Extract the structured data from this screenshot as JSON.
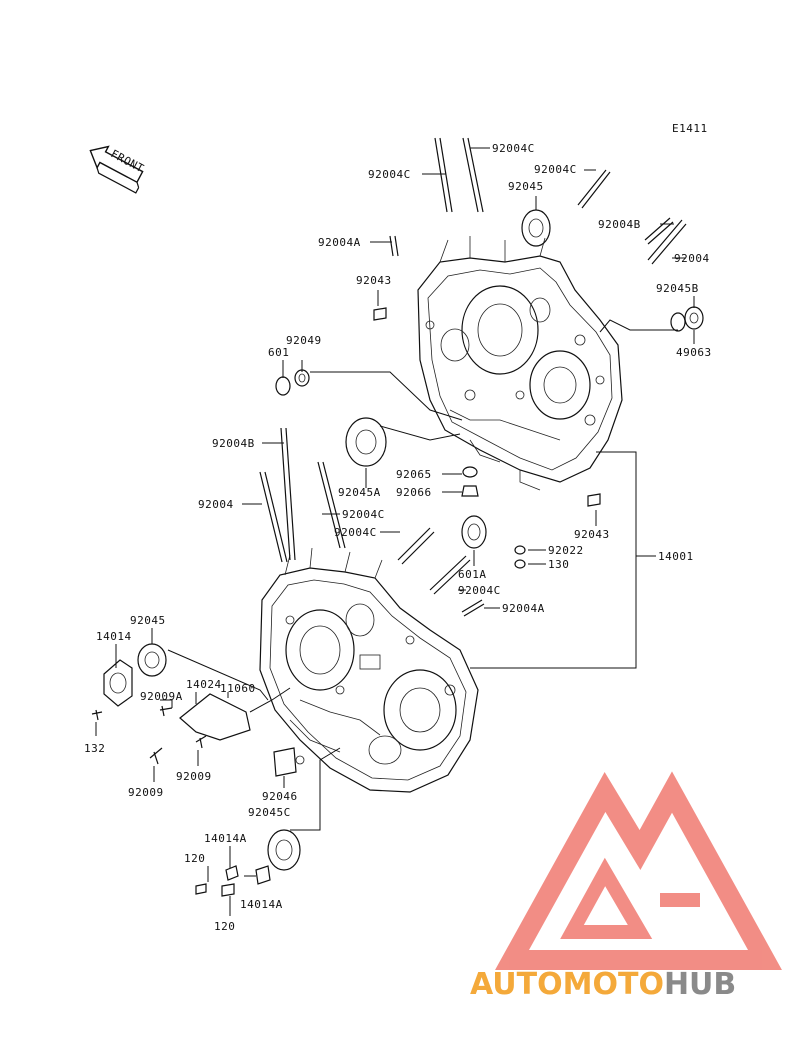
{
  "diagram_code": "E1411",
  "front_label": "FRONT",
  "watermark": {
    "part1": "AUTOMOTO",
    "part2": "HUB",
    "color1": "#f4a93a",
    "color2": "#8a8a8a",
    "triangle_color": "#f07a70"
  },
  "parts": [
    {
      "id": "p1",
      "text": "92004C"
    },
    {
      "id": "p2",
      "text": "92004C"
    },
    {
      "id": "p3",
      "text": "92004C"
    },
    {
      "id": "p4",
      "text": "92045"
    },
    {
      "id": "p5",
      "text": "92004B"
    },
    {
      "id": "p6",
      "text": "92004A"
    },
    {
      "id": "p7",
      "text": "92004"
    },
    {
      "id": "p8",
      "text": "92043"
    },
    {
      "id": "p9",
      "text": "92045B"
    },
    {
      "id": "p10",
      "text": "49063"
    },
    {
      "id": "p11",
      "text": "601"
    },
    {
      "id": "p12",
      "text": "92049"
    },
    {
      "id": "p13",
      "text": "92004B"
    },
    {
      "id": "p14",
      "text": "92065"
    },
    {
      "id": "p15",
      "text": "92066"
    },
    {
      "id": "p16",
      "text": "92045A"
    },
    {
      "id": "p17",
      "text": "92004"
    },
    {
      "id": "p18",
      "text": "92004C"
    },
    {
      "id": "p19",
      "text": "92004C"
    },
    {
      "id": "p20",
      "text": "92043"
    },
    {
      "id": "p21",
      "text": "92022"
    },
    {
      "id": "p22",
      "text": "130"
    },
    {
      "id": "p23",
      "text": "14001"
    },
    {
      "id": "p24",
      "text": "601A"
    },
    {
      "id": "p25",
      "text": "92004C"
    },
    {
      "id": "p26",
      "text": "92004A"
    },
    {
      "id": "p27",
      "text": "92045"
    },
    {
      "id": "p28",
      "text": "14014"
    },
    {
      "id": "p29",
      "text": "14024"
    },
    {
      "id": "p30",
      "text": "92009A"
    },
    {
      "id": "p31",
      "text": "11060"
    },
    {
      "id": "p32",
      "text": "132"
    },
    {
      "id": "p33",
      "text": "92009"
    },
    {
      "id": "p34",
      "text": "92009"
    },
    {
      "id": "p35",
      "text": "92046"
    },
    {
      "id": "p36",
      "text": "92045C"
    },
    {
      "id": "p37",
      "text": "14014A"
    },
    {
      "id": "p38",
      "text": "120"
    },
    {
      "id": "p39",
      "text": "14014A"
    },
    {
      "id": "p40",
      "text": "120"
    }
  ]
}
